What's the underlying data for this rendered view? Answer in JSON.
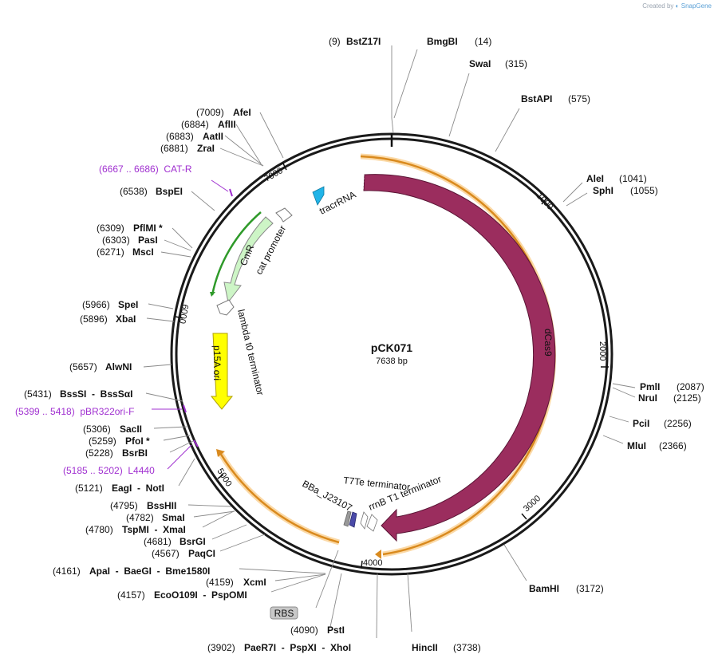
{
  "credit": {
    "prefix": "Created by",
    "brand": "SnapGene"
  },
  "plasmid": {
    "name": "pCK071",
    "length_label": "7638 bp"
  },
  "ruler": {
    "labels": [
      "1000",
      "2000",
      "3000",
      "4000",
      "5000",
      "6000",
      "7000"
    ]
  },
  "features": {
    "dcas9": "dCas9",
    "tracrrna": "tracrRNA",
    "cmr": "CmR",
    "cat_promoter": "cat promoter",
    "lambda_terminator": "lambda t0 terminator",
    "p15a_ori": "p15A ori",
    "t7te": "T7Te terminator",
    "bba": "BBa_J23107",
    "rrnb": "rrnB T1 terminator",
    "rbs": "RBS"
  },
  "sites": {
    "bstz17i_pos": "(9)",
    "bstz17i": "BstZ17I",
    "bmgbi": "BmgBI",
    "bmgbi_pos": "(14)",
    "swai": "SwaI",
    "swai_pos": "(315)",
    "bstapi": "BstAPI",
    "bstapi_pos": "(575)",
    "alei": "AleI",
    "alei_pos": "(1041)",
    "sphi": "SphI",
    "sphi_pos": "(1055)",
    "pmli": "PmlI",
    "pmli_pos": "(2087)",
    "nrui": "NruI",
    "nrui_pos": "(2125)",
    "pcii": "PciI",
    "pcii_pos": "(2256)",
    "mlui": "MluI",
    "mlui_pos": "(2366)",
    "bamhi": "BamHI",
    "bamhi_pos": "(3172)",
    "hincii": "HincII",
    "hincii_pos": "(3738)",
    "xhoi_pos": "(3902)",
    "xhoi": "PaeR7I  -  PspXI  -  XhoI",
    "psti_pos": "(4090)",
    "psti": "PstI",
    "ecoo_pos": "(4157)",
    "ecoo": "EcoO109I  -  PspOMI",
    "xcmi_pos": "(4159)",
    "xcmi": "XcmI",
    "apai_pos": "(4161)",
    "apai": "ApaI  -  BaeGI  -  Bme1580I",
    "paqci_pos": "(4567)",
    "paqci": "PaqCI",
    "bsrgi_pos": "(4681)",
    "bsrgi": "BsrGI",
    "xmai_pos": "(4780)",
    "xmai": "TspMI  -  XmaI",
    "smai_pos": "(4782)",
    "smai": "SmaI",
    "bsshii_pos": "(4795)",
    "bsshii": "BssHII",
    "eagi_pos": "(5121)",
    "eagi": "EagI  -  NotI",
    "bsrbi_pos": "(5228)",
    "bsrbi": "BsrBI",
    "pfoi_pos": "(5259)",
    "pfoi": "PfoI *",
    "sacii_pos": "(5306)",
    "sacii": "SacII",
    "bsssi_pos": "(5431)",
    "bsssi": "BssSI  -  BssSαI",
    "alwni_pos": "(5657)",
    "alwni": "AlwNI",
    "xbai_pos": "(5896)",
    "xbai": "XbaI",
    "spei_pos": "(5966)",
    "spei": "SpeI",
    "msci_pos": "(6271)",
    "msci": "MscI",
    "pasi_pos": "(6303)",
    "pasi": "PasI",
    "pflmi_pos": "(6309)",
    "pflmi": "PflMI *",
    "bspei_pos": "(6538)",
    "bspei": "BspEI",
    "zrai_pos": "(6881)",
    "zrai": "ZraI",
    "aatii_pos": "(6883)",
    "aatii": "AatII",
    "aflii_pos": "(6884)",
    "aflii": "AflII",
    "afei_pos": "(7009)",
    "afei": "AfeI"
  },
  "primers": {
    "cat_r": "(6667 .. 6686)  CAT-R",
    "pbr322": "(5399 .. 5418)  pBR322ori-F",
    "l4440": "(5185 .. 5202)  L4440"
  },
  "colors": {
    "dcas9": "#9b2d5e",
    "orange_band": "#d98a1e",
    "band_glow": "#fbd9a6",
    "cmr": "#cdf5c6",
    "cmr_glow": "#2f9a2a",
    "p15a": "#ffff00",
    "tracrrna": "#20b4e8",
    "primer": "#a030d0",
    "terminator_blue": "#4a4aa8"
  }
}
